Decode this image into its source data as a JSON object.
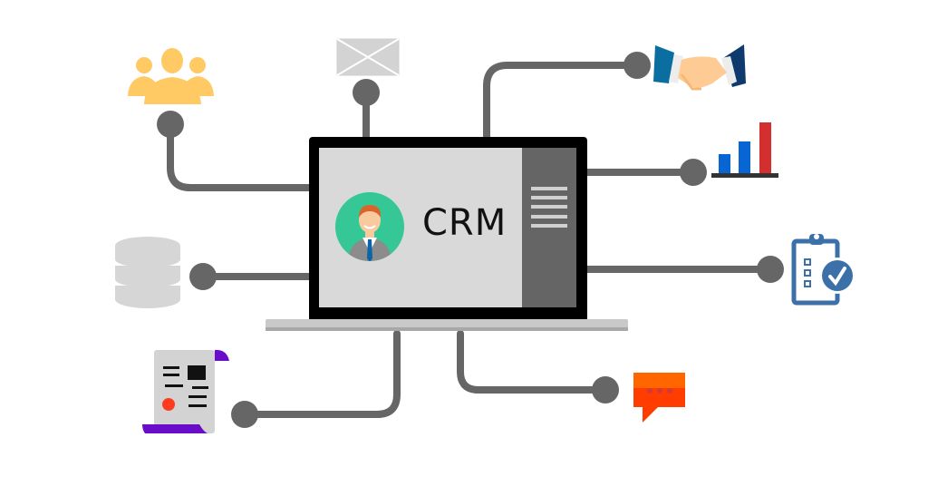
{
  "diagram": {
    "title": "CRM",
    "center": {
      "label": "CRM",
      "avatar": "business-person"
    },
    "nodes": [
      {
        "id": "customers",
        "icon": "users-group-icon",
        "color": "#FFC964"
      },
      {
        "id": "email",
        "icon": "envelope-icon",
        "color": "#D3D3D3"
      },
      {
        "id": "deals",
        "icon": "handshake-icon",
        "color": "#0E3A6E"
      },
      {
        "id": "analytics",
        "icon": "bar-chart-icon",
        "color": "#1565C0"
      },
      {
        "id": "tasks",
        "icon": "clipboard-check-icon",
        "color": "#3B71A8"
      },
      {
        "id": "messages",
        "icon": "chat-bubble-icon",
        "color": "#FF4A00"
      },
      {
        "id": "documents",
        "icon": "invoice-scroll-icon",
        "color": "#6A1BC8"
      },
      {
        "id": "database",
        "icon": "database-icon",
        "color": "#D6D6D6"
      }
    ],
    "colors": {
      "connector": "#666666",
      "laptop_frame": "#000000",
      "screen": "#D9D9D9",
      "sidebar": "#656565",
      "avatar_bg": "#35C795",
      "base": "#C9C9C9"
    }
  }
}
